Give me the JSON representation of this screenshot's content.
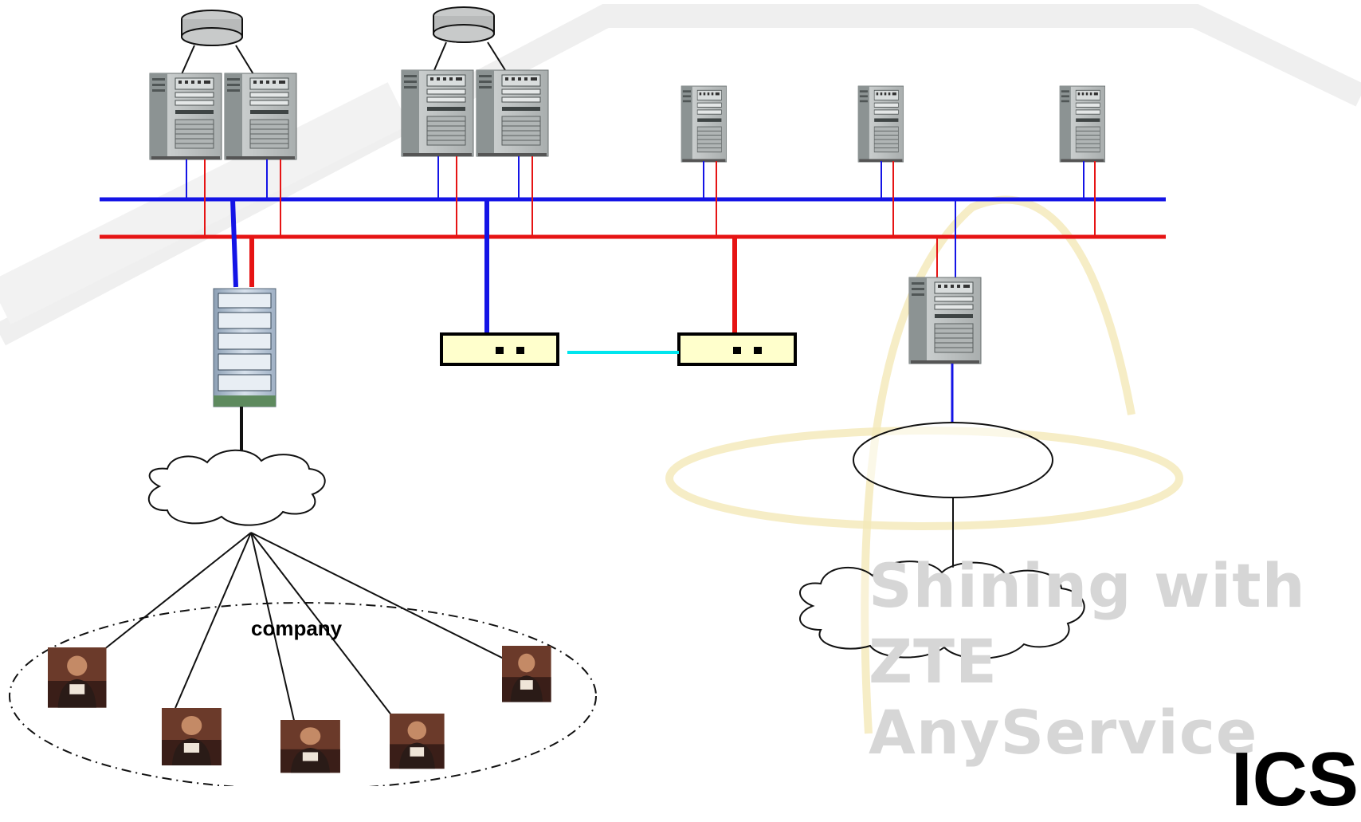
{
  "labels": {
    "company": "company"
  },
  "watermark": {
    "line1": "Shining with",
    "line2": "ZTE AnyService",
    "corner_fragment": "ICS"
  },
  "colors": {
    "blue_bus": "#1414e6",
    "red_bus": "#e61414",
    "link_cyan": "#00e5ee",
    "router_fill": "#ffffcc",
    "server_body": "#b8bcbc",
    "server_dark": "#5f6666",
    "background": "#ffffff"
  },
  "icons": {
    "server": "server-tower-icon",
    "disk": "disk-array-icon",
    "router": "router-icon",
    "rack": "rack-cabinet-icon",
    "cloud": "cloud-icon",
    "person": "person-photo-icon"
  }
}
